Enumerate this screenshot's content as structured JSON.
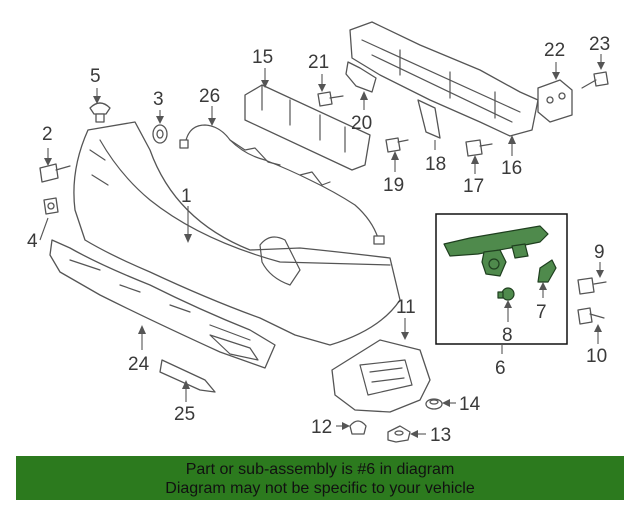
{
  "callouts": {
    "c1": "1",
    "c2": "2",
    "c3": "3",
    "c4": "4",
    "c5": "5",
    "c6": "6",
    "c7": "7",
    "c8": "8",
    "c9": "9",
    "c10": "10",
    "c11": "11",
    "c12": "12",
    "c13": "13",
    "c14": "14",
    "c15": "15",
    "c16": "16",
    "c17": "17",
    "c18": "18",
    "c19": "19",
    "c20": "20",
    "c21": "21",
    "c22": "22",
    "c23": "23",
    "c24": "24",
    "c25": "25",
    "c26": "26"
  },
  "highlight_color": "#4f8a4c",
  "footer": {
    "line1": "Part or sub-assembly is #6 in diagram",
    "line2": "Diagram may not be specific to your vehicle",
    "background": "#2c7a1e"
  }
}
